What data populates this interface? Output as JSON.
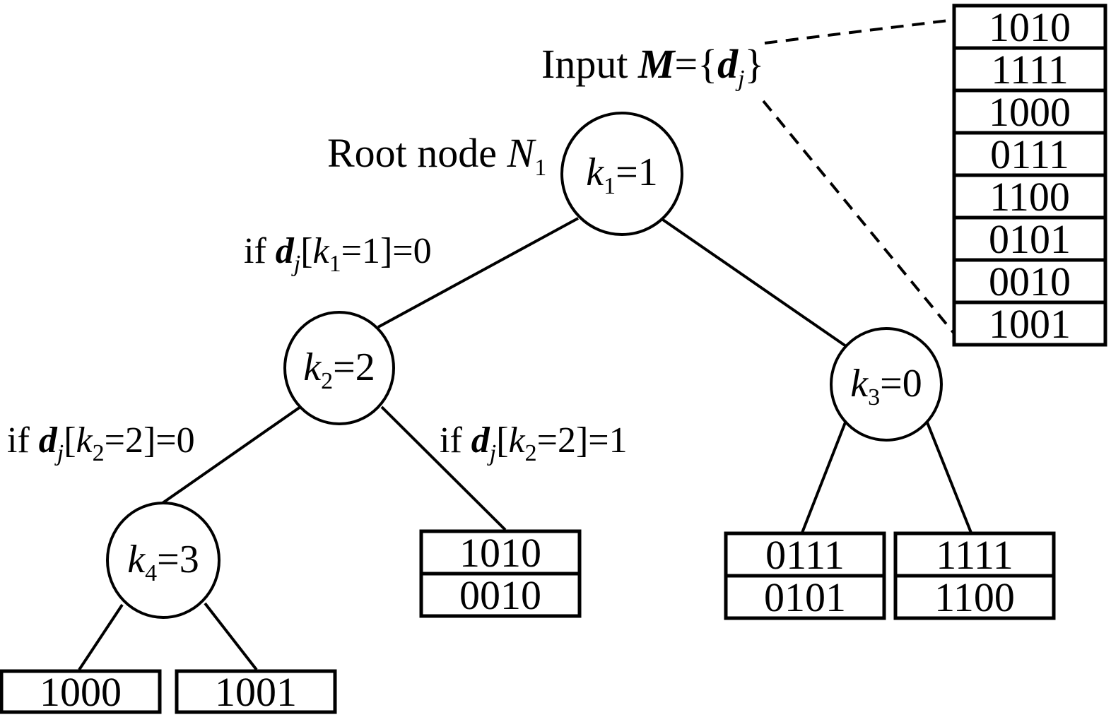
{
  "input": {
    "prefix": "Input ",
    "set_symbol": "M",
    "equals": "=",
    "open_brace": "{",
    "element": "d",
    "element_sub": "j",
    "close_brace": "}",
    "table": [
      "1010",
      "1111",
      "1000",
      "0111",
      "1100",
      "0101",
      "0010",
      "1001"
    ]
  },
  "root_label": {
    "text": "Root node ",
    "symbol": "N",
    "sub": "1"
  },
  "nodes": [
    {
      "id": "n1",
      "var": "k",
      "sub": "1",
      "value": "=1"
    },
    {
      "id": "n2",
      "var": "k",
      "sub": "2",
      "value": "=2"
    },
    {
      "id": "n3",
      "var": "k",
      "sub": "3",
      "value": "=0"
    },
    {
      "id": "n4",
      "var": "k",
      "sub": "4",
      "value": "=3"
    }
  ],
  "conditions": [
    {
      "prefix": "if ",
      "d": "d",
      "dsub": "j",
      "open": "[",
      "k": "k",
      "ksub": "1",
      "rest": "=1]=0"
    },
    {
      "prefix": "if ",
      "d": "d",
      "dsub": "j",
      "open": "[",
      "k": "k",
      "ksub": "2",
      "rest": "=2]=0"
    },
    {
      "prefix": "if ",
      "d": "d",
      "dsub": "j",
      "open": "[",
      "k": "k",
      "ksub": "2",
      "rest": "=2]=1"
    }
  ],
  "leaves": {
    "n2_right": [
      "1010",
      "0010"
    ],
    "n3_left": [
      "0111",
      "0101"
    ],
    "n3_right": [
      "1111",
      "1100"
    ],
    "n4_left": [
      "1000"
    ],
    "n4_right": [
      "1001"
    ]
  }
}
